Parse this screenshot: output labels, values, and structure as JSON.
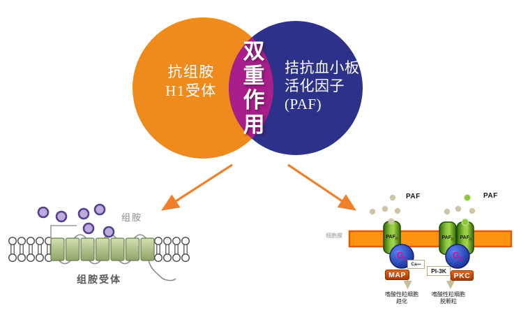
{
  "venn": {
    "left_circle": {
      "line1": "抗组胺",
      "line2": "H1受体",
      "color": "#EF8A1C"
    },
    "right_circle": {
      "line1": "拮抗血小板",
      "line2": "活化因子",
      "line3": "(PAF)",
      "color": "#2D3189"
    },
    "overlap": {
      "label": "双重作用",
      "color": "#A81F8C"
    }
  },
  "histamine_panel": {
    "molecule_label": "组胺",
    "receptor_label": "组胺受体"
  },
  "paf_panel": {
    "membrane_label": "细胞膜",
    "paf_label_left": "PAF",
    "paf_label_right": "PAF",
    "receptor": {
      "main": "PAF",
      "sub": "R"
    },
    "g1": {
      "main": "G",
      "sub": "1"
    },
    "g2": {
      "main": "G",
      "sub": "2"
    },
    "ca": {
      "main": "Ca",
      "sup": "++"
    },
    "pi3k_label": "PI-3K",
    "map_label": "MAP",
    "pkc_label": "PKC",
    "chemotaxis": {
      "line1": "嗜酸性粒细胞",
      "line2": "趋化"
    },
    "degranulation": {
      "line1": "嗜酸性粒细胞",
      "line2": "脱颗粒"
    }
  },
  "colors": {
    "arrow_orange": "#F0802B",
    "membrane_fill": "#FC9412",
    "membrane_border": "#E05A00",
    "receptor_green": "#8CC63F",
    "g_protein_blue": "#1C3CB0",
    "histamine_purple": "#BCABDC",
    "beige_dot": "#CFC5A5",
    "green_dot": "#8DC63F"
  }
}
